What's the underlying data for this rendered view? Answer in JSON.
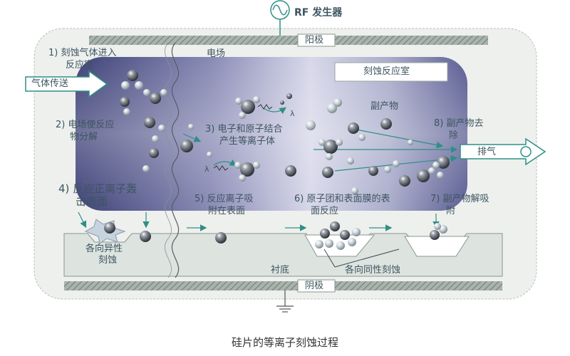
{
  "rf_generator": "RF 发生器",
  "anode": "阳极",
  "cathode": "阴极",
  "electric_field": "电场",
  "etch_chamber": "刻蚀反应室",
  "gas_delivery": "气体传送",
  "exhaust": "排气",
  "substrate": "衬底",
  "byproduct": "副产物",
  "anisotropic_etch": [
    "各向异性",
    "刻蚀"
  ],
  "isotropic_etch": "各向同性刻蚀",
  "lambda": "λ",
  "steps": [
    [
      "1) 刻蚀气体进入",
      "反应室"
    ],
    [
      "2) 电场使反应",
      "物分解"
    ],
    [
      "3) 电子和原子结合",
      "产生等离子体"
    ],
    [
      "4) 反应正离子轰",
      "击表面"
    ],
    [
      "5) 反应离子吸",
      "附在表面"
    ],
    [
      "6) 原子团和表面膜的表",
      "面反应"
    ],
    [
      "7) 副产物解吸",
      "附"
    ],
    [
      "8) 副产物去",
      "除"
    ]
  ],
  "caption": "硅片的等离子刻蚀过程",
  "colors": {
    "plasma_dark": "#4b4f86",
    "plasma_light": "#dcdcec",
    "wall": "#eaece9",
    "electrode": "#8a9690",
    "accent": "#2e8f86",
    "text": "#3d5560"
  }
}
